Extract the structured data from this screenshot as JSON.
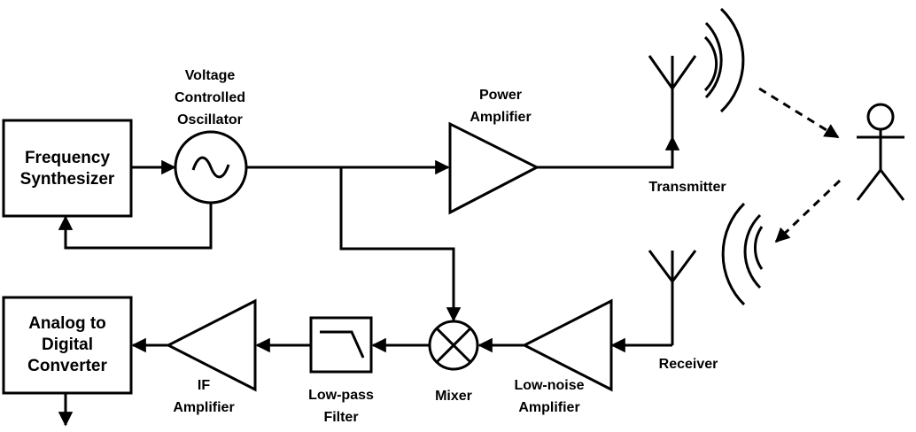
{
  "blocks": {
    "frequency_synthesizer": "Frequency\nSynthesizer",
    "analog_to_digital": "Analog to\nDigital\nConverter"
  },
  "labels": {
    "vco": "Voltage\nControlled\nOscillator",
    "power_amplifier": "Power\nAmplifier",
    "transmitter": "Transmitter",
    "receiver": "Receiver",
    "low_noise_amplifier": "Low-noise\nAmplifier",
    "mixer": "Mixer",
    "low_pass_filter": "Low-pass\nFilter",
    "if_amplifier": "IF\nAmplifier"
  },
  "colors": {
    "stroke": "#000000",
    "background": "#ffffff"
  }
}
